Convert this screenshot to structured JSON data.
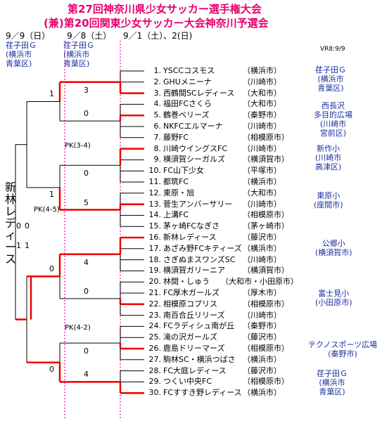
{
  "title": {
    "line1": "第27回神奈川県少女サッカー選手権大会",
    "line2": "(兼)第20回関東少女サッカー大会神奈川予選会"
  },
  "dates": [
    "9／9（日）",
    "9／8（土）",
    "9／1（土）、2(日)"
  ],
  "version": "VR8:9/9",
  "venues_left": [
    "荏子田Ｇ\n(横浜市\n青葉区)",
    "荏子田Ｇ\n(横浜市\n青葉区)"
  ],
  "venues_right": [
    "荏子田Ｇ\n(横浜市\n青葉区)",
    "西長沢\n多目的広場\n(川崎市\n宮前区)",
    "新作小\n(川崎市\n高津区)",
    "東原小\n(座間市)",
    "公郷小\n(横須賀市)",
    "富士見小\n(小田原市)",
    "テクノスポーツ広場\n(秦野市)",
    "荏子田Ｇ\n(横浜市\n青葉区)"
  ],
  "teams": [
    {
      "no": "1.",
      "name": "YSCCコスモス",
      "city": "（横浜市）"
    },
    {
      "no": "2.",
      "name": "GHUメニーナ",
      "city": "（川崎市）"
    },
    {
      "no": "3.",
      "name": "西鶴間SCレディース",
      "city": "（大和市）"
    },
    {
      "no": "4.",
      "name": "福田FCさくら",
      "city": "（大和市）"
    },
    {
      "no": "5.",
      "name": "鶴巻ベリーズ",
      "city": "（秦野市）"
    },
    {
      "no": "6.",
      "name": "NKFCエルマーナ",
      "city": "（川崎市）"
    },
    {
      "no": "7.",
      "name": "藤野FC",
      "city": "（相模原市）"
    },
    {
      "no": "8.",
      "name": "川崎ウイングスFC",
      "city": "（川崎市）"
    },
    {
      "no": "9.",
      "name": "横須賀シーガルズ",
      "city": "（横須賀市）"
    },
    {
      "no": "10.",
      "name": "FC山下少女",
      "city": "（平塚市）"
    },
    {
      "no": "11.",
      "name": "都筑FC",
      "city": "（横浜市）"
    },
    {
      "no": "12.",
      "name": "東原・旭",
      "city": "（大和市）"
    },
    {
      "no": "13.",
      "name": "菅生アンバーサリー",
      "city": "（川崎市）"
    },
    {
      "no": "14.",
      "name": "上溝FC",
      "city": "（相模原市）"
    },
    {
      "no": "15.",
      "name": "茅ヶ崎FCなぎさ",
      "city": "（茅ヶ崎市）"
    },
    {
      "no": "16.",
      "name": "新林レディース",
      "city": "（藤沢市）"
    },
    {
      "no": "17.",
      "name": "あざみ野FCキティーズ",
      "city": "（横浜市）"
    },
    {
      "no": "18.",
      "name": "さぎぬまスワンズSC",
      "city": "（川崎市）"
    },
    {
      "no": "19.",
      "name": "横須賀ガリーニア",
      "city": "（横須賀市）"
    },
    {
      "no": "20.",
      "name": "林間・しゅう",
      "city": "（大和市・小田原市）"
    },
    {
      "no": "21.",
      "name": "FC厚木ガールズ",
      "city": "（厚木市）"
    },
    {
      "no": "22.",
      "name": "相模原コプリス",
      "city": "（相模原市）"
    },
    {
      "no": "23.",
      "name": "南百合丘リリーズ",
      "city": "（川崎市）"
    },
    {
      "no": "24.",
      "name": "FCラディシュ南が丘",
      "city": "（秦野市）"
    },
    {
      "no": "25.",
      "name": "滝の沢ガールズ",
      "city": "（藤沢市）"
    },
    {
      "no": "26.",
      "name": "鹿島ドリーマーズ",
      "city": "（相模原市）"
    },
    {
      "no": "27.",
      "name": "駒林SC・横浜つばさ",
      "city": "（横浜市）"
    },
    {
      "no": "28.",
      "name": "FC大庭レディース",
      "city": "（藤沢市）"
    },
    {
      "no": "29.",
      "name": "つくい中央FC",
      "city": "（相模原市）"
    },
    {
      "no": "30.",
      "name": "FCすすき野レディース",
      "city": "（横浜市）"
    }
  ],
  "scores_r1": [
    "3",
    "0",
    "0",
    "5",
    "4",
    "0",
    "0",
    "4"
  ],
  "scores_r2": [
    "1",
    "1",
    "0",
    "0"
  ],
  "scores_sf": [
    "0",
    "0",
    "1",
    "1"
  ],
  "pk_labels": [
    "PK(3-4)",
    "PK(4-5)",
    "PK(4-2)"
  ],
  "winner": "新林レディース",
  "colors": {
    "title": "#e8006e",
    "bracket_win": "#ee0000",
    "bracket": "#000000",
    "venue": "#1b2fa0",
    "date_divider": "#ff00aa"
  }
}
